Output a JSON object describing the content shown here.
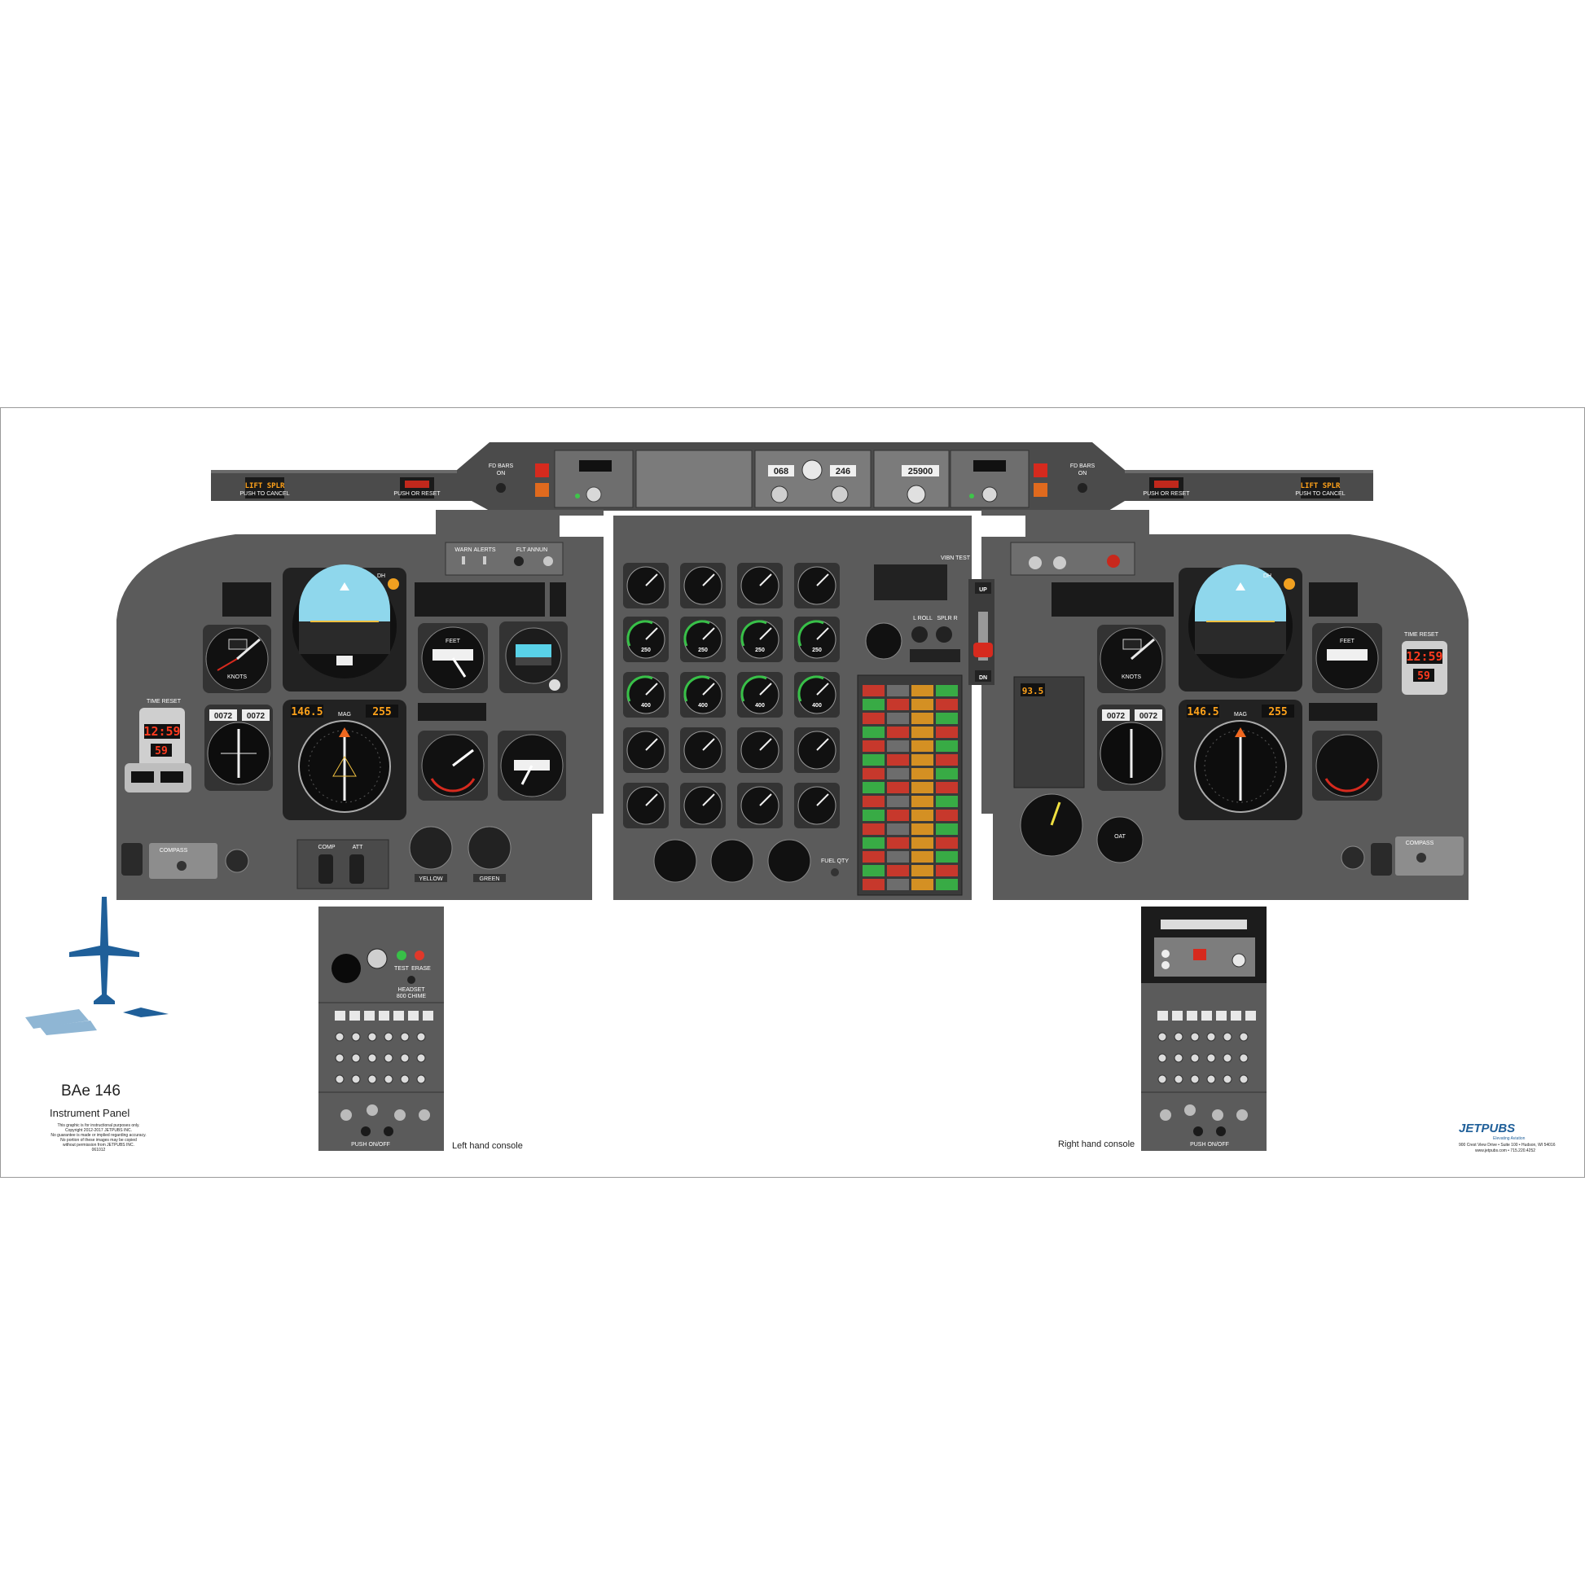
{
  "poster": {
    "aircraft": "BAe 146",
    "subtitle": "Instrument Panel",
    "disclaimer": [
      "This graphic is for instructional purposes only.",
      "Copyright 2012-2017 JETPUBS INC.",
      "No guarantee is made or implied regarding accuracy.",
      "No portion of these images may be copied",
      "without permission from JETPUBS INC.",
      "061012"
    ],
    "left_console_caption": "Left hand console",
    "right_console_caption": "Right hand console",
    "publisher": "JETPUBS",
    "publisher_tagline": "Elevating Aviation",
    "publisher_address": "900 Crest View Drive • Suite 100 • Hudson, WI 54016",
    "publisher_contact": "www.jetpubs.com • 715.220.4252"
  },
  "glareshield": {
    "lift_splr_left": "LIFT SPLR",
    "lift_splr_right": "LIFT SPLR",
    "push_to_cancel": "PUSH TO CANCEL",
    "push_or_reset": "PUSH OR RESET",
    "fd_bars": "FD BARS",
    "on": "ON",
    "hdg_readout": "068",
    "crs_readout": "246",
    "alt_readout": "25900"
  },
  "captain": {
    "dh": "DH",
    "knots": "KNOTS",
    "feet": "FEET",
    "mag": "MAG",
    "dme_left": "146.5",
    "dme_right": "255",
    "clock_time": "12:59",
    "clock_sec": "59",
    "time_reset": "TIME RESET",
    "rmi_readout_a": "0072",
    "rmi_readout_b": "0072",
    "compass": "COMPASS",
    "comp": "COMP",
    "att": "ATT",
    "yellow": "YELLOW",
    "green": "GREEN",
    "warn": "WARN",
    "alerts": "ALERTS",
    "flt_annun": "FLT ANNUN"
  },
  "center": {
    "fuel_qty": "FUEL QTY",
    "vibn_test": "VIBN TEST",
    "roll": "L ROLL",
    "splr": "SPLR R",
    "gear_up": "UP",
    "gear_dn": "DN",
    "gauge_250": "250",
    "gauge_400": "400",
    "com_readout": "93.5"
  },
  "first_officer": {
    "dh": "DH",
    "knots": "KNOTS",
    "feet": "FEET",
    "mag": "MAG",
    "dme_left": "146.5",
    "dme_right": "255",
    "clock_time": "12:59",
    "clock_sec": "59",
    "time_reset": "TIME RESET",
    "rmi_readout_a": "0072",
    "rmi_readout_b": "0072",
    "compass": "COMPASS",
    "oat": "OAT"
  },
  "left_console": {
    "test": "TEST",
    "erase": "ERASE",
    "headset": "HEADSET",
    "chime": "800 CHIME",
    "push_on_off": "PUSH ON/OFF"
  },
  "right_console": {
    "push_on_off": "PUSH ON/OFF"
  },
  "colors": {
    "panel": "#5b5b5b",
    "panel_dark": "#3c3c3c",
    "bezel": "#2a2a2a",
    "sky": "#8fd7ec",
    "ground": "#6b4a2e",
    "annun_red": "#e0382a",
    "annun_amber": "#f0a020",
    "annun_green": "#38c048",
    "logo_blue": "#1f5f99",
    "logo_light": "#8fb6d4"
  }
}
